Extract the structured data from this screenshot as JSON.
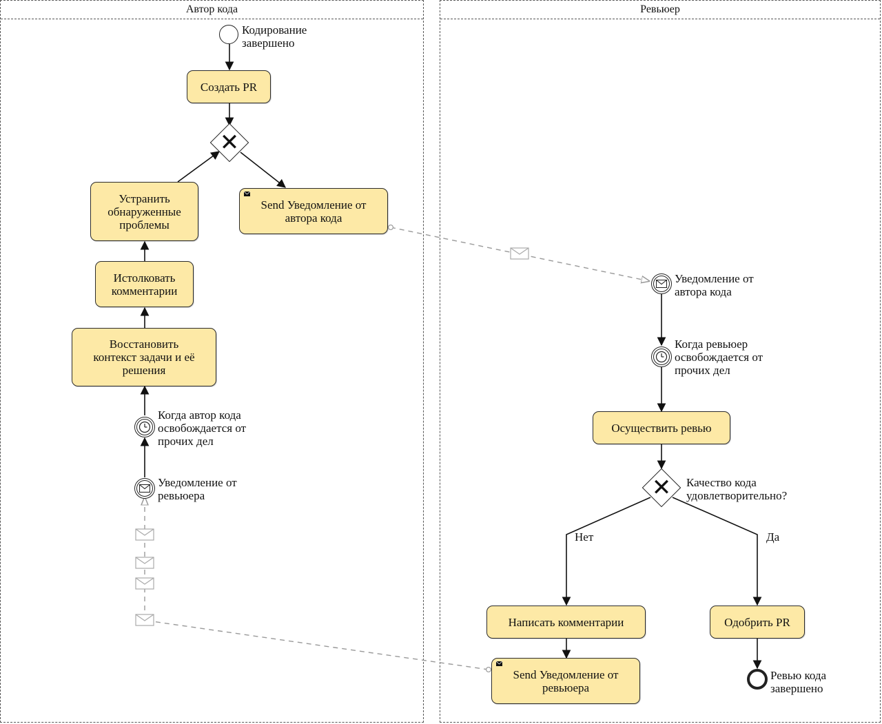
{
  "lanes": {
    "author": "Автор кода",
    "reviewer": "Ревьюер"
  },
  "author": {
    "start_event": "Кодирование\nзавершено",
    "create_pr": "Создать PR",
    "send_author_notification": "Send Уведомление от\nавтора кода",
    "fix_problems": "Устранить\nобнаруженные\nпроблемы",
    "interpret_comments": "Истолковать\nкомментарии",
    "restore_context": "Восстановить\nконтекст задачи и её\nрешения",
    "timer_author_free": "Когда автор кода\nосвобождается от\nпрочих дел",
    "reviewer_notification_event": "Уведомление от\nревьюера"
  },
  "reviewer": {
    "author_notification_event": "Уведомление от\nавтора кода",
    "timer_reviewer_free": "Когда ревьюер\nосвобождается от\nпрочих дел",
    "do_review": "Осуществить ревью",
    "quality_gateway": "Качество кода\nудовлетворительно?",
    "branch_no": "Нет",
    "branch_yes": "Да",
    "write_comments": "Написать комментарии",
    "approve_pr": "Одобрить PR",
    "send_reviewer_notification": "Send Уведомление от\nревьюера",
    "end_event": "Ревью кода\nзавершено"
  },
  "colors": {
    "task_fill": "#fde9a6",
    "stroke": "#222222",
    "message_flow": "#888888"
  }
}
